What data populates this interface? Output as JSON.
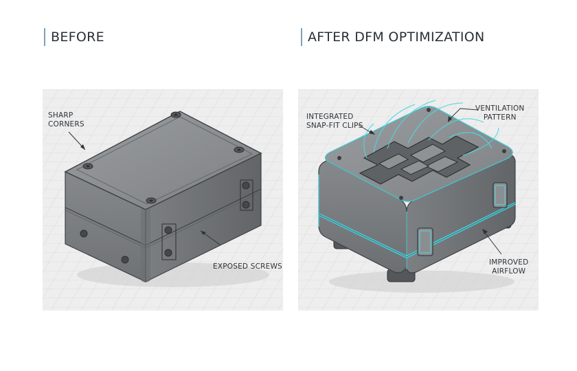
{
  "before": {
    "heading": "BEFORE",
    "callouts": {
      "sharp_corners": [
        "SHARP",
        "CORNERS"
      ],
      "exposed_screws": "EXPOSED SCREWS"
    }
  },
  "after": {
    "heading": "AFTER DFM OPTIMIZATION",
    "callouts": {
      "snap_fit": [
        "INTEGRATED",
        "SNAP-FIT CLIPS"
      ],
      "ventilation": [
        "VENTILATION",
        "PATTERN"
      ],
      "airflow": [
        "IMPROVED",
        "AIRFLOW"
      ]
    }
  },
  "colors": {
    "accent_bar": "#7d9fb5",
    "highlight": "#4fd6e0",
    "panel_bg": "#eeeeee",
    "body_gray": "#8a8d90"
  },
  "icons": [
    "box-icon",
    "screw-icon",
    "snap-clip-icon",
    "vent-icon",
    "airflow-icon"
  ]
}
